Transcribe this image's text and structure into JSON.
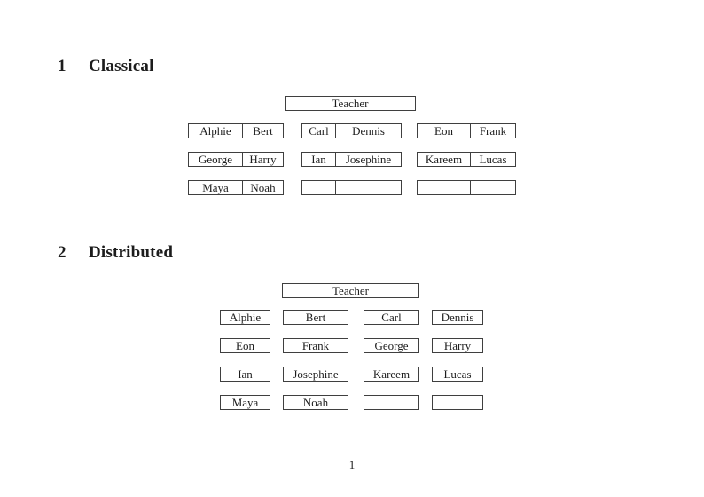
{
  "page": {
    "number": "1"
  },
  "sections": [
    {
      "number": "1",
      "title": "Classical",
      "teacher_label": "Teacher",
      "desks": [
        [
          [
            "Alphie",
            "Bert"
          ],
          [
            "Carl",
            "Dennis"
          ],
          [
            "Eon",
            "Frank"
          ]
        ],
        [
          [
            "George",
            "Harry"
          ],
          [
            "Ian",
            "Josephine"
          ],
          [
            "Kareem",
            "Lucas"
          ]
        ],
        [
          [
            "Maya",
            "Noah"
          ],
          [
            "",
            ""
          ],
          [
            "",
            ""
          ]
        ]
      ]
    },
    {
      "number": "2",
      "title": "Distributed",
      "teacher_label": "Teacher",
      "desks": [
        [
          "Alphie",
          "Bert",
          "Carl",
          "Dennis"
        ],
        [
          "Eon",
          "Frank",
          "George",
          "Harry"
        ],
        [
          "Ian",
          "Josephine",
          "Kareem",
          "Lucas"
        ],
        [
          "Maya",
          "Noah",
          "",
          ""
        ]
      ]
    }
  ]
}
